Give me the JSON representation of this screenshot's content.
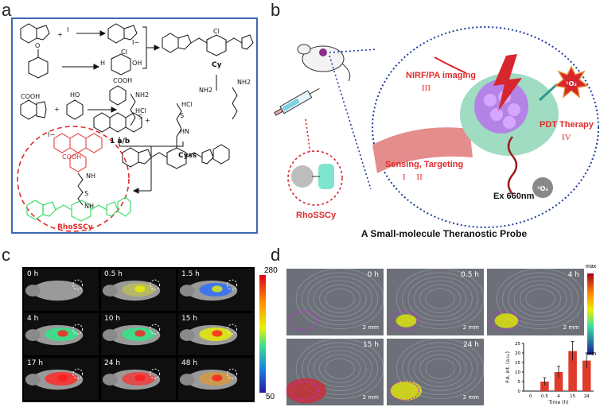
{
  "panels": {
    "a": "a",
    "b": "b",
    "c": "c",
    "d": "d"
  },
  "panel_a": {
    "compound_labels": {
      "cy": "Cy",
      "cyss": "Cyss",
      "one_ab": "1 a/b",
      "rhosscy": "RhoSSCy"
    },
    "chem_texts": {
      "cooh": "COOH",
      "hcl": "HCl",
      "nh2": "NH2",
      "cl": "Cl",
      "i_minus": "I−",
      "i": "I",
      "oh": "OH",
      "h": "H",
      "o": "O",
      "n": "N",
      "s": "S",
      "ho": "HO",
      "hn": "HN",
      "nh": "NH"
    }
  },
  "panel_b": {
    "labels": {
      "nirf": "NIRF/PA imaging",
      "nirf_num": "III",
      "pdt": "PDT Therapy",
      "pdt_num": "IV",
      "sensing": "Sensing, Targeting",
      "sensing_num": "I     II",
      "ex": "Ex 660nm",
      "probe": "RhoSSCy",
      "singlet_o2_1": "¹O₂",
      "triplet_o2": "³O₂",
      "caption": "A Small-molecule Theranostic Probe"
    },
    "colors": {
      "blue_dotted": "#1d3d9c",
      "red_dotted": "#d7262e",
      "title_red": "#e12b2b"
    }
  },
  "panel_c": {
    "times": [
      "0 h",
      "0.5 h",
      "1.5 h",
      "4 h",
      "10 h",
      "15 h",
      "17 h",
      "24 h",
      "48 h"
    ],
    "colorbar": {
      "max": "280",
      "min": "50"
    }
  },
  "panel_d": {
    "times": [
      "0 h",
      "0.5 h",
      "4 h",
      "15 h",
      "24 h"
    ],
    "scale_bar": "2 mm",
    "colorbar": {
      "max": "max",
      "min": "min"
    }
  },
  "chart_data": {
    "type": "bar",
    "categories": [
      "0.5",
      "4",
      "15",
      "24"
    ],
    "values": [
      5,
      10,
      21,
      16
    ],
    "errors": [
      2,
      3,
      5,
      4
    ],
    "xlabel": "Time  (h)",
    "ylabel": "P.A. int. (a.u.)",
    "ylim": [
      0,
      25
    ],
    "yticks": [
      "0",
      "5",
      "10",
      "15",
      "20",
      "25"
    ],
    "xticks": [
      "0",
      "0.5",
      "4",
      "15",
      "24"
    ],
    "bar_color": "#e03a2a",
    "grid": false
  }
}
